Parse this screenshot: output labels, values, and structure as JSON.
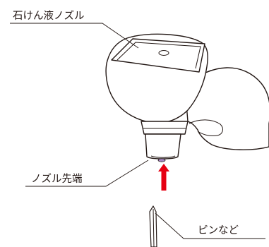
{
  "labels": {
    "soap_nozzle": "石けん液ノズル",
    "nozzle_tip": "ノズル先端",
    "pin": "ピンなど"
  },
  "colors": {
    "line": "#231815",
    "arrow": "#e60012",
    "background": "#ffffff"
  }
}
